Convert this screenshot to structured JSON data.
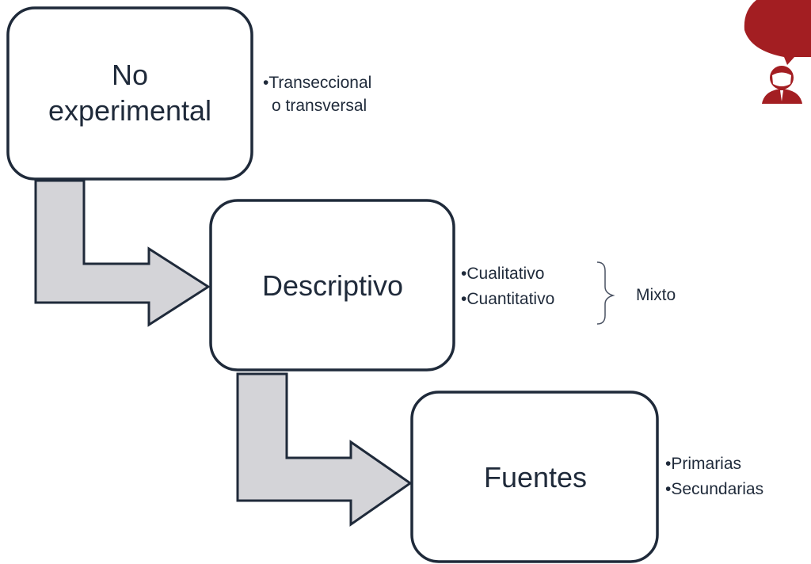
{
  "steps": [
    {
      "title_lines": [
        "No",
        "experimental"
      ],
      "bullets": [
        "•Transeccional",
        "o transversal"
      ]
    },
    {
      "title_lines": [
        "Descriptivo"
      ],
      "bullets": [
        "•Cualitativo",
        "•Cuantitativo"
      ],
      "bracket_label": "Mixto"
    },
    {
      "title_lines": [
        "Fuentes"
      ],
      "bullets": [
        "•Primarias",
        "•Secundarias"
      ]
    }
  ],
  "colors": {
    "box_border": "#1f2a3a",
    "arrow_fill": "#d4d4d8",
    "arrow_stroke": "#1f2a3a",
    "logo_red": "#a31e22"
  },
  "logo_icon": "speech-bubble-person-icon"
}
